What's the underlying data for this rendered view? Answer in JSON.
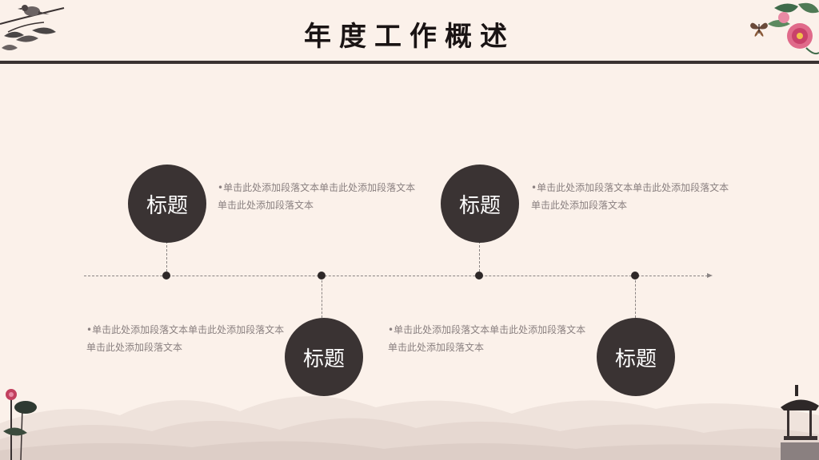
{
  "slide": {
    "title": "年度工作概述"
  },
  "items": [
    {
      "heading": "标题",
      "text": "•单击此处添加段落文本单击此处添加段落文本单击此处添加段落文本"
    },
    {
      "heading": "标题",
      "text": "•单击此处添加段落文本单击此处添加段落文本单击此处添加段落文本"
    },
    {
      "heading": "标题",
      "text": "•单击此处添加段落文本单击此处添加段落文本单击此处添加段落文本"
    },
    {
      "heading": "标题",
      "text": "•单击此处添加段落文本单击此处添加段落文本单击此处添加段落文本"
    }
  ],
  "colors": {
    "background": "#fbf1ea",
    "circle": "#3a3333",
    "accent_line": "#3a3231",
    "body_text": "#8a8080"
  },
  "decorations": [
    "bird-on-branch-icon",
    "peony-flower-icon",
    "butterfly-icon",
    "lotus-icon",
    "pavilion-icon",
    "ink-mountains"
  ]
}
